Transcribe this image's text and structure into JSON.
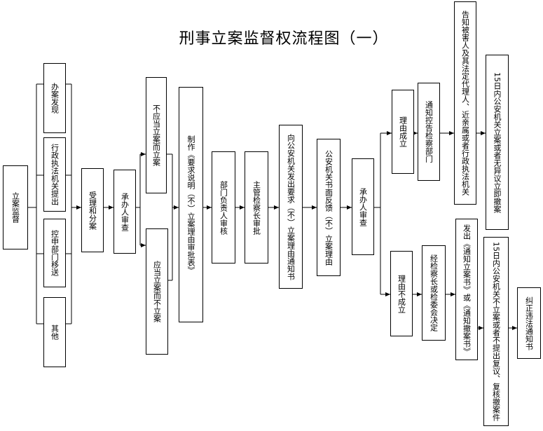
{
  "title": "刑事立案监督权流程图（一）",
  "nodes": {
    "lian_jiandu": "立案监督",
    "banan_faxian": "办案发现",
    "xingzheng": "行政执法机关提出",
    "konggao": "控申部门移送",
    "qita": "其他",
    "shouli": "受理和分案",
    "chengban1": "承办人审查",
    "buying_lian": "不应当立案而立案",
    "yingdang_bulian": "应当立案而不立案",
    "zhizuo": "制作《要求说明（不）立案理由审批表》",
    "bumen": "部门负责人审核",
    "zhuguan": "主管检察长审批",
    "xiang_gongan": "向公安机关发出要求（不）立案理由通知书",
    "gongan_fankui": "公安机关书面反馈（不）立案理由",
    "chengban2": "承办人审查",
    "liyou_chengli": "理由成立",
    "tongzhi_konggao": "通知控告检察部门",
    "gaozhi": "告知被害人及其法定代理人、近亲属或者行政执法机关",
    "ribu_15_a": "15日内公安机关立案或者无异议立即撤案",
    "liyou_bucheng": "理由不成立",
    "jianchazhang": "经检察长或检委会决定",
    "fachu": "发出《通知立案书》或《通知撤案书》",
    "ribu_15_b": "15日内公安机关不立案或者不提出复议、复核撤案件",
    "jiuzheng": "纠正违法通知书"
  }
}
